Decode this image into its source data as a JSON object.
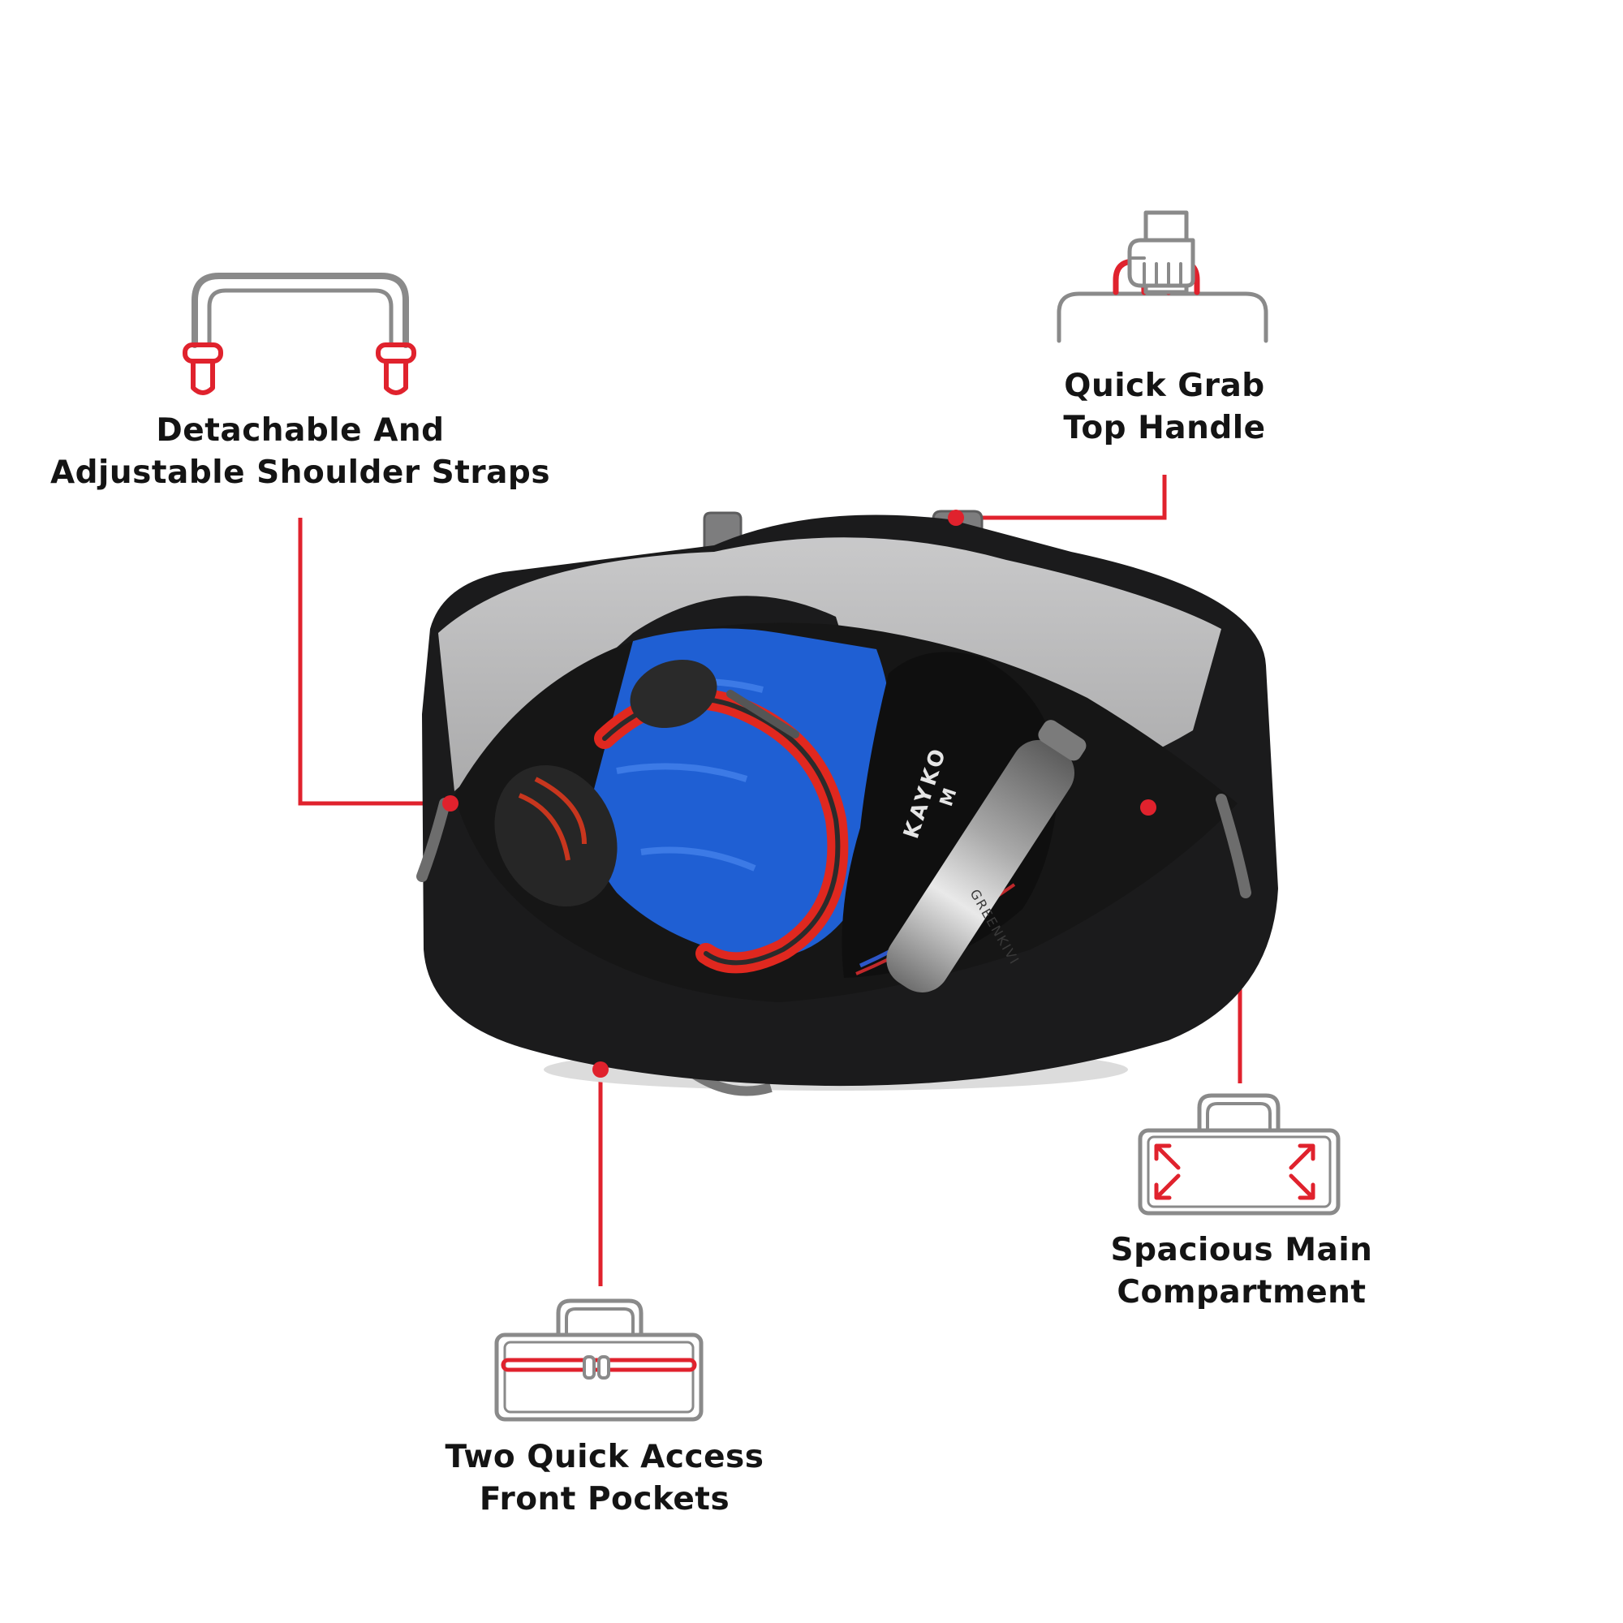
{
  "features": {
    "straps": {
      "line1": "Detachable And",
      "line2": "Adjustable Shoulder Straps",
      "icon": "shoulder-strap-icon"
    },
    "handle": {
      "line1": "Quick Grab",
      "line2": "Top Handle",
      "icon": "top-handle-icon"
    },
    "main": {
      "line1": "Spacious Main",
      "line2": "Compartment",
      "icon": "expand-compartment-icon"
    },
    "pockets": {
      "line1": "Two Quick Access",
      "line2": "Front Pockets",
      "icon": "front-pocket-icon"
    }
  },
  "product": {
    "shirt_brand": "KAYKO",
    "shirt_size": "M",
    "bottle_brand": "GREENKIVI"
  },
  "colors": {
    "accent": "#e0222d",
    "icon_stroke": "#8a8a8a",
    "bag_black": "#1b1b1c",
    "bag_grey": "#b9b9ba",
    "towel_blue": "#1f5fd3"
  }
}
